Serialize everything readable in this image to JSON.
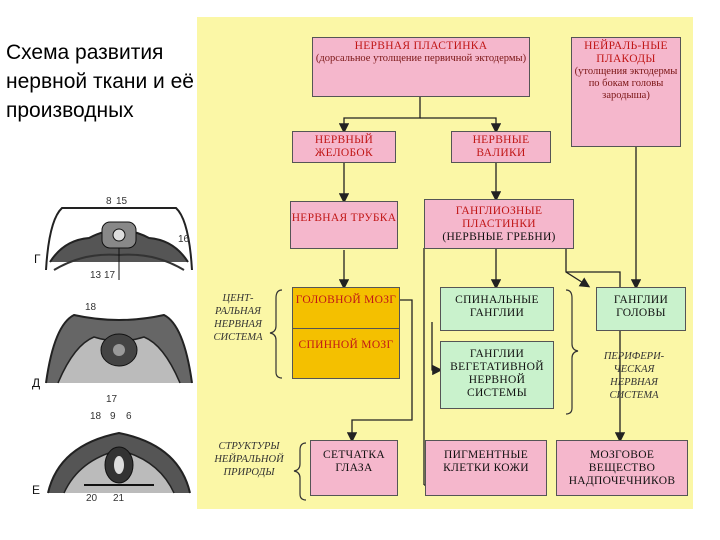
{
  "title": "Схема развития нервной ткани и её производных",
  "embryo_labels": {
    "g": "Г",
    "d": "Д",
    "e": "Е",
    "n8": "8",
    "n15": "15",
    "n16": "16",
    "n13": "13",
    "n17a": "17",
    "n18a": "18",
    "n17b": "17",
    "n18b": "18",
    "n9": "9",
    "n6": "6",
    "n20": "20",
    "n21": "21"
  },
  "boxes": {
    "neural_plate": {
      "main": "Нервная пластинка",
      "sub": "(дорсальное утолщение первичной эктодермы)"
    },
    "neural_placodes": {
      "main": "Нейраль-ные плакоды",
      "sub": "(утолщения эктодермы по бокам головы зародыша)"
    },
    "neural_groove": {
      "main": "Нервный желобок"
    },
    "neural_folds": {
      "main": "Нервные валики"
    },
    "neural_tube": {
      "main": "Нервная трубка"
    },
    "ganglion_plate": {
      "main": "Ганглиозные пластинки",
      "sub": "(нервные гребни)"
    },
    "brain": {
      "main": "Головной мозг"
    },
    "spinal_cord": {
      "main": "Спинной мозг"
    },
    "spinal_ganglia": {
      "main": "Спинальные ганглии"
    },
    "head_ganglia": {
      "main": "Ганглии головы"
    },
    "autonomic_ganglia": {
      "main": "Ганглии вегетативной нервной системы"
    },
    "retina": {
      "main": "Сетчатка глаза"
    },
    "pigment_cells": {
      "main": "Пигментные клетки кожи"
    },
    "adrenal_medulla": {
      "main": "Мозговое вещество надпочечников"
    }
  },
  "side_labels": {
    "cns": "Цент-ральная нервная система",
    "pns": "Перифери-ческая нервная система",
    "neural_structures": "Структуры нейральной природы"
  },
  "colors": {
    "panel": "#fbf7a6",
    "box_pink": "#f5b7cc",
    "box_green": "#c9f2cc",
    "box_orange": "#f4c000",
    "text_red": "#c11717"
  }
}
